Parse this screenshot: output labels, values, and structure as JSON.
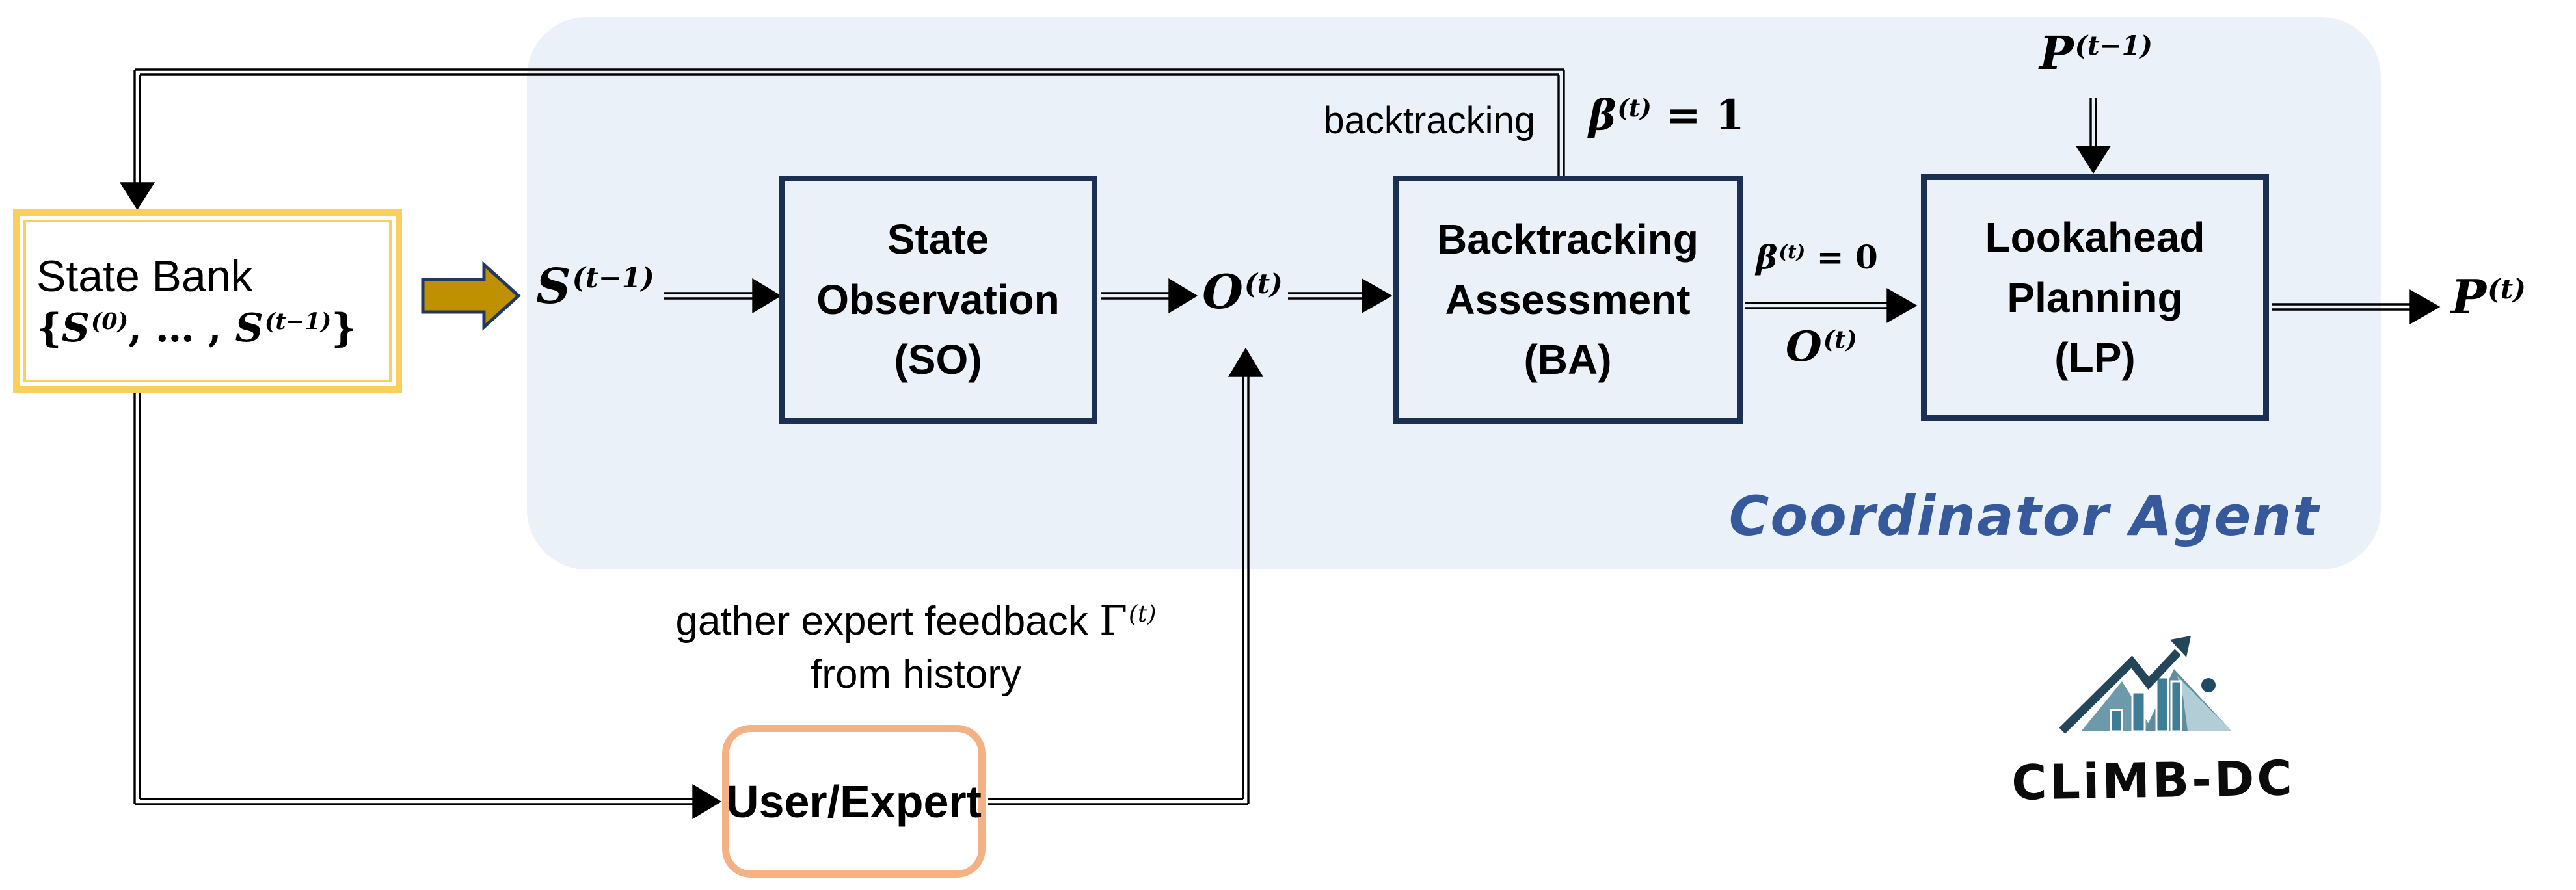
{
  "title": "CLiMB-DC Coordinator Agent diagram",
  "colors": {
    "panel_bg": "#EAF1F9",
    "navy_border": "#1B2F52",
    "statebank_yellow": "#FBCF5F",
    "user_orange": "#F4B183",
    "block_arrow_olive": "#BF9000",
    "coordinator_blue": "#36599B",
    "logo_dark_teal": "#24465A",
    "logo_teal": "#3F7D96"
  },
  "panel": {
    "label": "Coordinator Agent"
  },
  "state_bank": {
    "title": "State Bank",
    "set": {
      "open": "{",
      "s1": "S",
      "s1_sup": "(0)",
      "mid": ", … ,",
      "s2": "S",
      "s2_sup": "(t−1)",
      "close": "}"
    }
  },
  "boxes": {
    "so": {
      "line1": "State",
      "line2": "Observation",
      "line3": "(SO)"
    },
    "ba": {
      "line1": "Backtracking",
      "line2": "Assessment",
      "line3": "(BA)"
    },
    "lp": {
      "line1": "Lookahead",
      "line2": "Planning",
      "line3": "(LP)"
    },
    "user": {
      "label": "User/Expert"
    }
  },
  "labels": {
    "s_prev": {
      "base": "S",
      "sup": "(t−1)"
    },
    "o_mid": {
      "base": "O",
      "sup": "(t)"
    },
    "backtracking": "backtracking",
    "beta1": {
      "base": "β",
      "sup": "(t)",
      "rest": " = 1"
    },
    "beta0": {
      "base": "β",
      "sup": "(t)",
      "rest": " = 0"
    },
    "o_ba_lp": {
      "base": "O",
      "sup": "(t)"
    },
    "p_prev": {
      "base": "P",
      "sup": "(t−1)"
    },
    "p_out": {
      "base": "P",
      "sup": "(t)"
    },
    "gather_line1_pre": "gather expert feedback ",
    "gather_gamma": "Γ",
    "gather_gamma_sup": "(t)",
    "gather_line2": "from history"
  },
  "logo": {
    "text": "CLiMB-DC"
  }
}
